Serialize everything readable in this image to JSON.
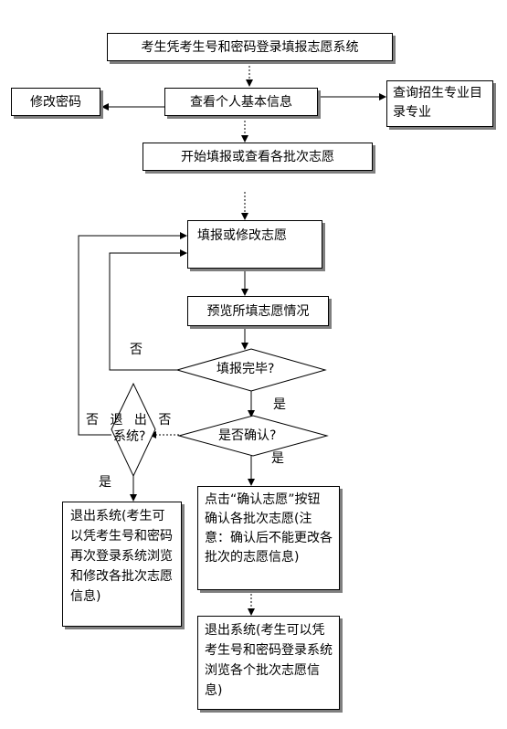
{
  "nodes": {
    "login": "考生凭考生号和密码登录填报志愿系统",
    "change_password": "修改密码",
    "view_info": "查看个人基本信息",
    "query_catalog": "查询招生专业目录专业",
    "start_fill": "开始填报或查看各批次志愿",
    "fill_modify": "填报或修改志愿",
    "preview": "预览所填志愿情况",
    "fill_done": "填报完毕?",
    "confirm": "是否确认?",
    "exit_q_top": "否 退 出 否",
    "exit_q_bottom": "系统?",
    "exit_left": "退出系统(考生可以凭考生号和密码再次登录系统浏览和修改各批次志愿信息)",
    "click_confirm": "点击“确认志愿”按钮确认各批次志愿(注意：确认后不能更改各批次的志愿信息)",
    "exit_right": "退出系统(考生可以凭考生号和密码登录系统浏览各个批次志愿信息)"
  },
  "labels": {
    "no_fill": "否",
    "yes_fill": "是",
    "yes_confirm": "是",
    "yes_exit": "是"
  }
}
